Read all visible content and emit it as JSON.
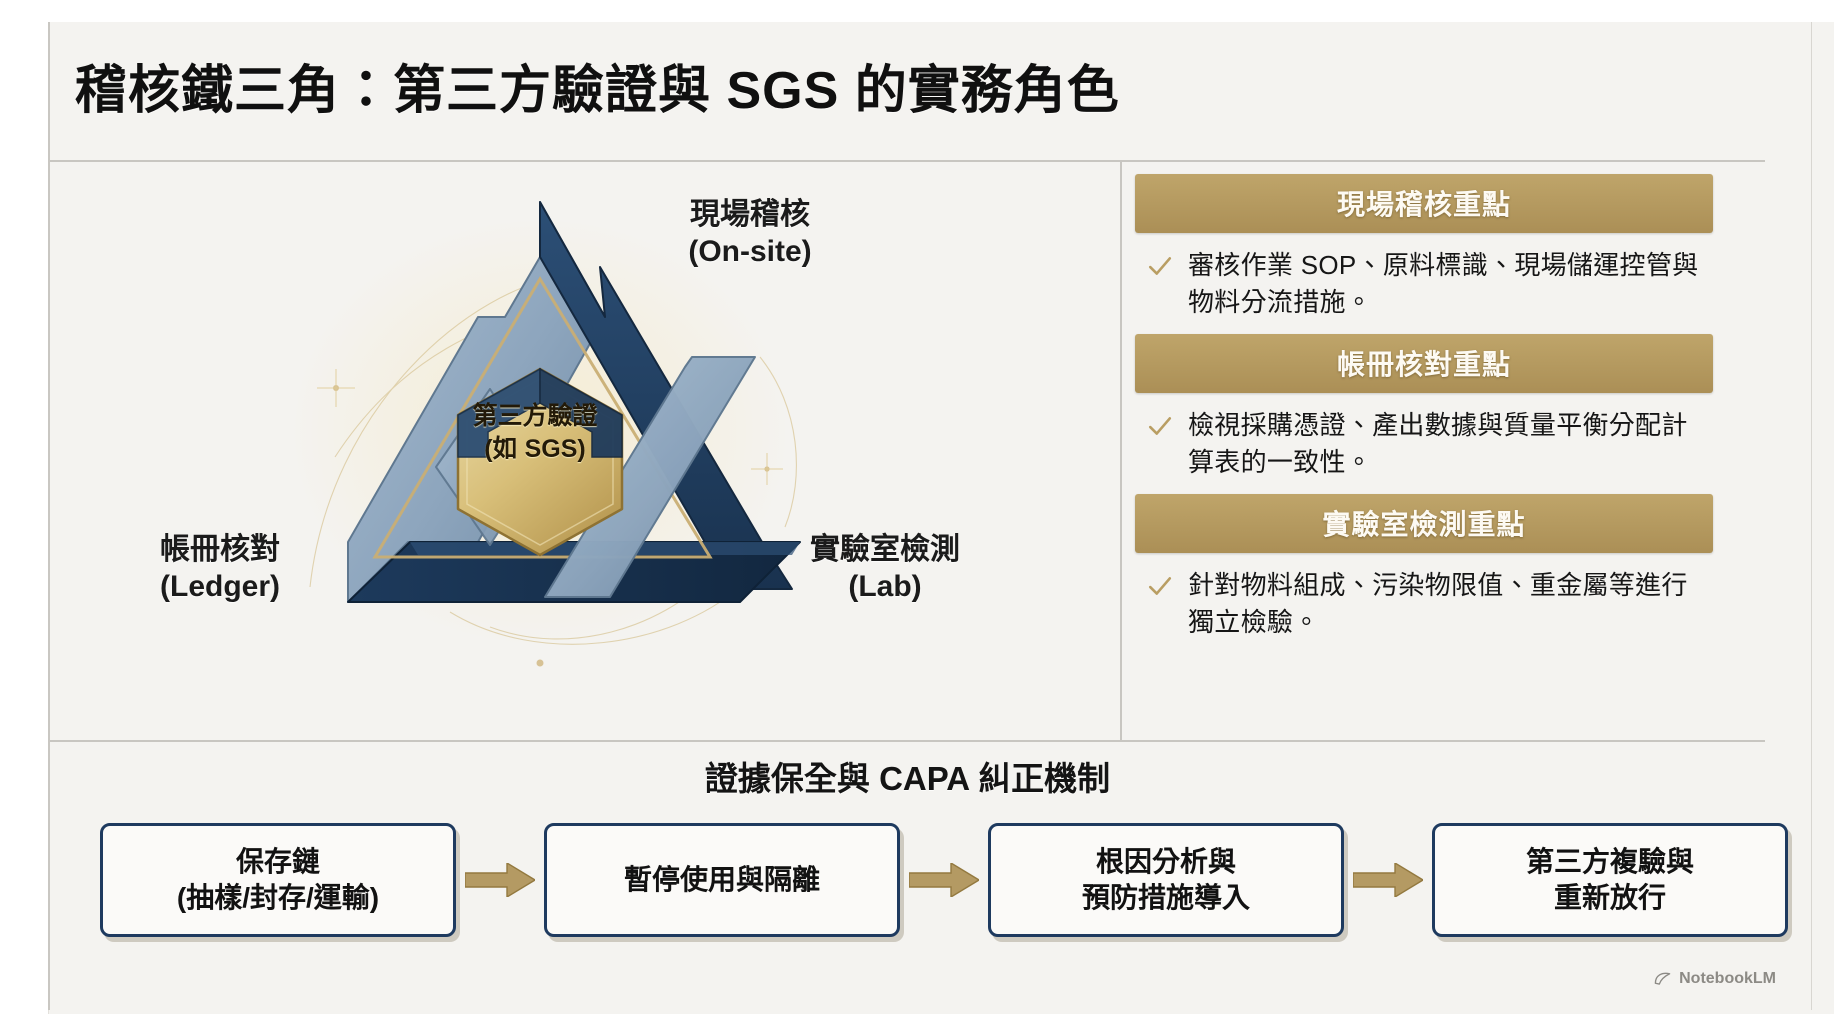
{
  "slide": {
    "title": "稽核鐵三角：第三方驗證與 SGS 的實務角色"
  },
  "diagram": {
    "center": {
      "line1": "第三方驗證",
      "line2": "(如 SGS)"
    },
    "nodes": [
      {
        "zh": "現場稽核",
        "en": "(On-site)"
      },
      {
        "zh": "帳冊核對",
        "en": "(Ledger)"
      },
      {
        "zh": "實驗室檢測",
        "en": "(Lab)"
      }
    ]
  },
  "panel": {
    "sections": [
      {
        "heading": "現場稽核重點",
        "bullet": "審核作業 SOP、原料標識、現場儲運控管與物料分流措施。"
      },
      {
        "heading": "帳冊核對重點",
        "bullet": "檢視採購憑證、產出數據與質量平衡分配計算表的一致性。"
      },
      {
        "heading": "實驗室檢測重點",
        "bullet": "針對物料組成、污染物限值、重金屬等進行獨立檢驗。"
      }
    ]
  },
  "flow": {
    "title": "證據保全與 CAPA 糾正機制",
    "steps": [
      {
        "line1": "保存鏈",
        "line2": "(抽樣/封存/運輸)"
      },
      {
        "line1": "暫停使用與隔離",
        "line2": ""
      },
      {
        "line1": "根因分析與",
        "line2": "預防措施導入"
      },
      {
        "line1": "第三方複驗與",
        "line2": "重新放行"
      }
    ]
  },
  "watermark": {
    "label": "NotebookLM"
  },
  "colors": {
    "gold": "#ab8f56",
    "gold_light": "#bfa56a",
    "navy": "#1e3a5f",
    "steel": "#8fa6bd",
    "background": "#f4f3f0",
    "arrow": "#b49a63"
  }
}
